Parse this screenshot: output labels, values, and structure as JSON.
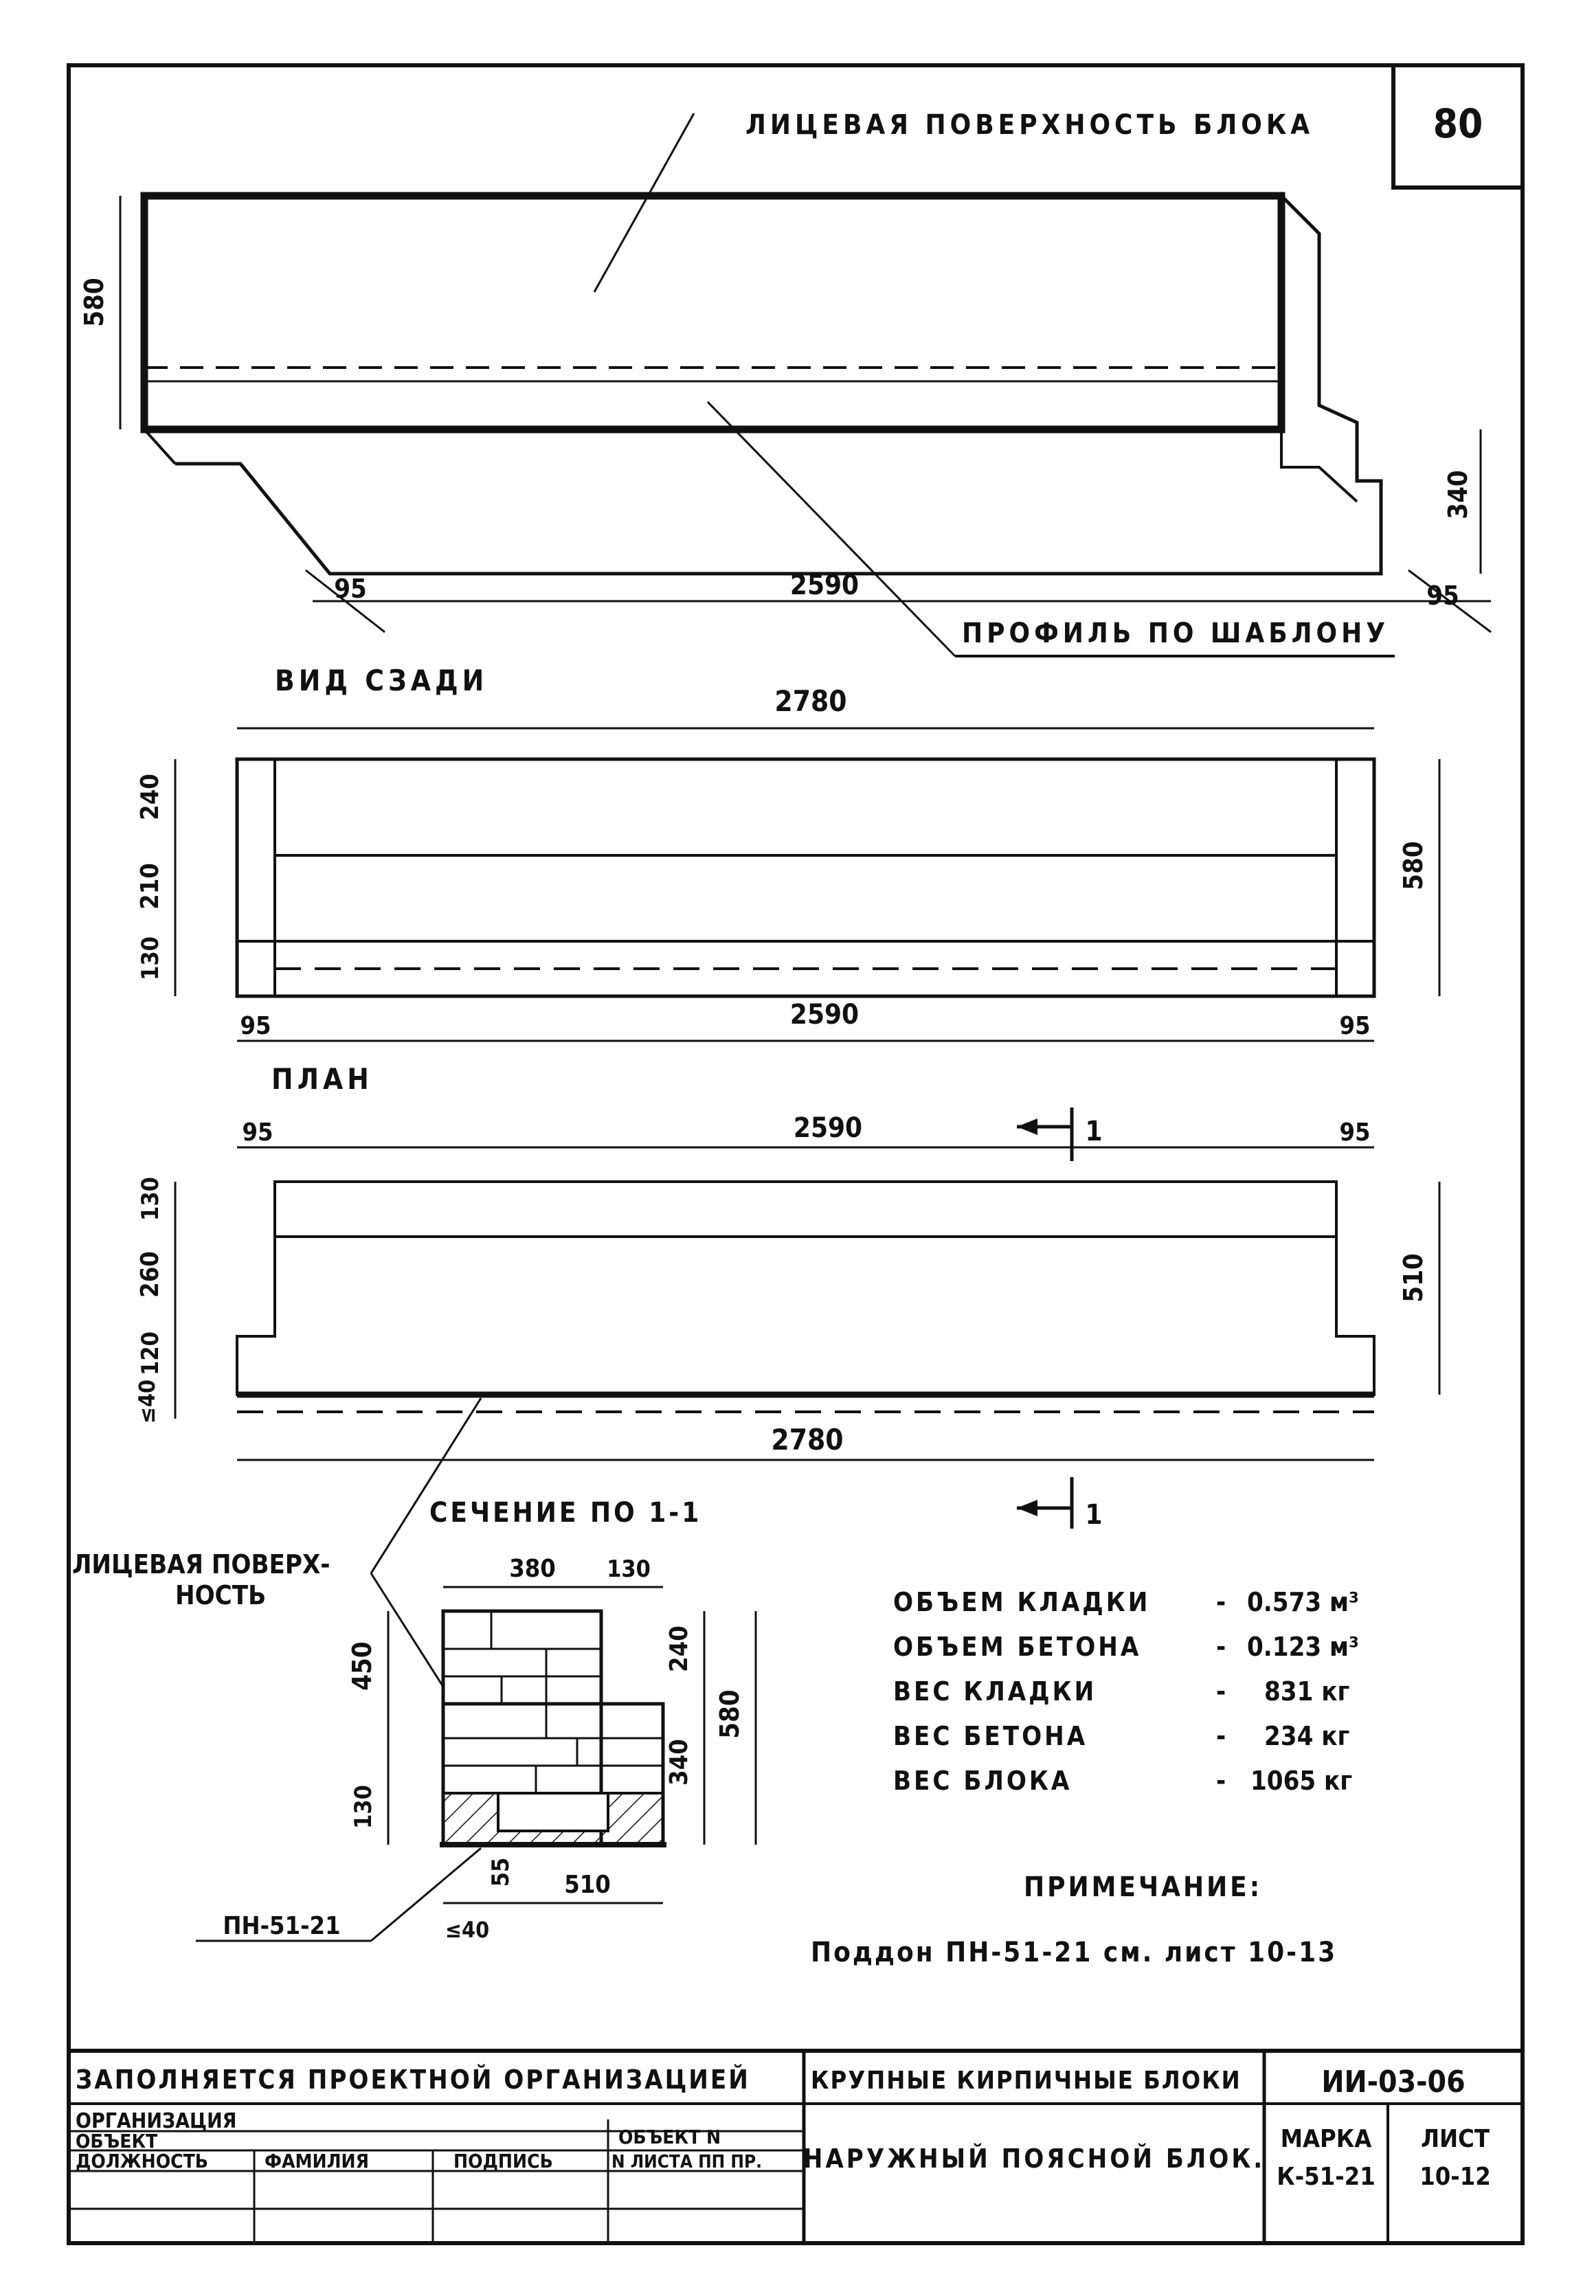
{
  "page_number": "80",
  "isometric": {
    "face_label": "ЛИЦЕВАЯ ПОВЕРХНОСТЬ БЛОКА",
    "profile_label": "ПРОФИЛЬ ПО ШАБЛОНУ",
    "dim_height": "580",
    "dim_right": "340",
    "dim_left_offset": "95",
    "dim_length": "2590",
    "dim_right_offset": "95"
  },
  "rear_view": {
    "title": "ВИД СЗАДИ",
    "dim_total": "2780",
    "dim_240": "240",
    "dim_210": "210",
    "dim_130": "130",
    "dim_height": "580",
    "dim_left": "95",
    "dim_length": "2590",
    "dim_right": "95"
  },
  "plan": {
    "title": "ПЛАН",
    "dim_left": "95",
    "dim_length": "2590",
    "dim_right": "95",
    "dim_130": "130",
    "dim_260": "260",
    "dim_120": "120",
    "dim_40": "≤40",
    "dim_510": "510",
    "dim_total": "2780",
    "section_mark_top": "1",
    "section_mark_bottom": "1"
  },
  "section": {
    "title": "СЕЧЕНИЕ ПО 1-1",
    "face_label": "ЛИЦЕВАЯ ПОВЕРХ-\nНОСТЬ",
    "dim_380": "380",
    "dim_130_top": "130",
    "dim_450": "450",
    "dim_240": "240",
    "dim_580": "580",
    "dim_340": "340",
    "dim_130_left": "130",
    "dim_55": "55",
    "dim_510": "510",
    "dim_40": "≤40",
    "pallet_label": "ПН-51-21"
  },
  "specs": [
    {
      "label": "ОБЪЕМ КЛАДКИ",
      "dash": "-",
      "value": "0.573 м³"
    },
    {
      "label": "ОБЪЕМ БЕТОНА",
      "dash": "-",
      "value": "0.123 м³"
    },
    {
      "label": "ВЕС КЛАДКИ",
      "dash": "-",
      "value": "831 кг"
    },
    {
      "label": "ВЕС БЕТОНА",
      "dash": "-",
      "value": "234 кг"
    },
    {
      "label": "ВЕС БЛОКА",
      "dash": "-",
      "value": "1065 кг"
    }
  ],
  "note": {
    "title": "ПРИМЕЧАНИЕ:",
    "text": "Поддон ПН-51-21 см. лист 10-13"
  },
  "title_block": {
    "fill_in": "ЗАПОЛНЯЕТСЯ ПРОЕКТНОЙ ОРГАНИЗАЦИЕЙ",
    "organization": "ОРГАНИЗАЦИЯ",
    "object": "ОБЪЕКТ",
    "object_n": "ОБЪЕКТ N",
    "position": "ДОЛЖНОСТЬ",
    "surname": "ФАМИЛИЯ",
    "signature": "ПОДПИСЬ",
    "sheet_n": "N ЛИСТА ПП ПР.",
    "series_title": "КРУПНЫЕ КИРПИЧНЫЕ БЛОКИ",
    "series_code": "ИИ-03-06",
    "block_name": "НАРУЖНЫЙ ПОЯСНОЙ БЛОК.",
    "mark_label": "МАРКА",
    "mark_value": "К-51-21",
    "sheet_label": "ЛИСТ",
    "sheet_value": "10-12"
  }
}
